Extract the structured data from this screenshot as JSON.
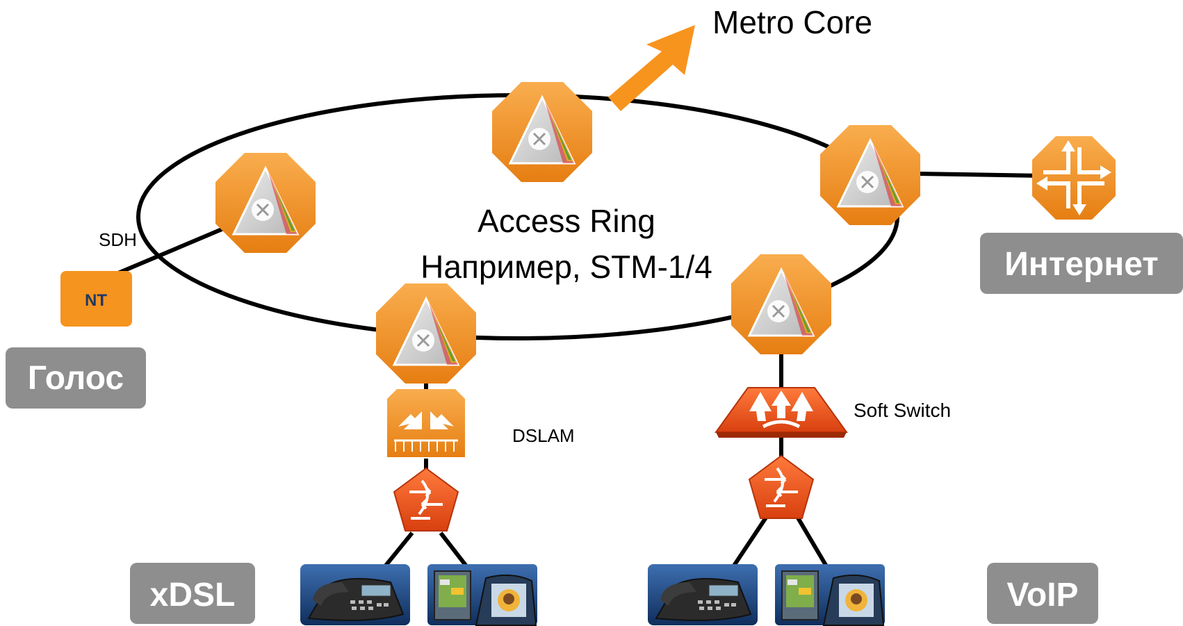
{
  "labels": {
    "metro_core": "Metro Core",
    "ring_title": "Access Ring",
    "ring_subtitle": "Например, STM-1/4",
    "sdh": "SDH",
    "nt": "NT",
    "dslam": "DSLAM",
    "soft_switch": "Soft Switch"
  },
  "badges": {
    "voice": "Голос",
    "internet": "Интернет",
    "xdsl": "xDSL",
    "voip": "VoIP"
  },
  "colors": {
    "orange": "#f5941f",
    "orange_dark": "#d06f0a",
    "red_orange": "#e2531c",
    "badge_gray": "#8e8e8e",
    "line": "#000000",
    "label_blue": "#1f3864",
    "arrow": "#f7941d"
  },
  "icons": {
    "ring_node": "router-prism-icon",
    "internet": "juniper-router-icon",
    "dslam": "dslam-icon",
    "soft_switch": "soft-switch-icon",
    "voip_gateway": "voice-gateway-icon",
    "phone": "ip-phone-icon",
    "video_terminal": "video-terminal-icon"
  }
}
